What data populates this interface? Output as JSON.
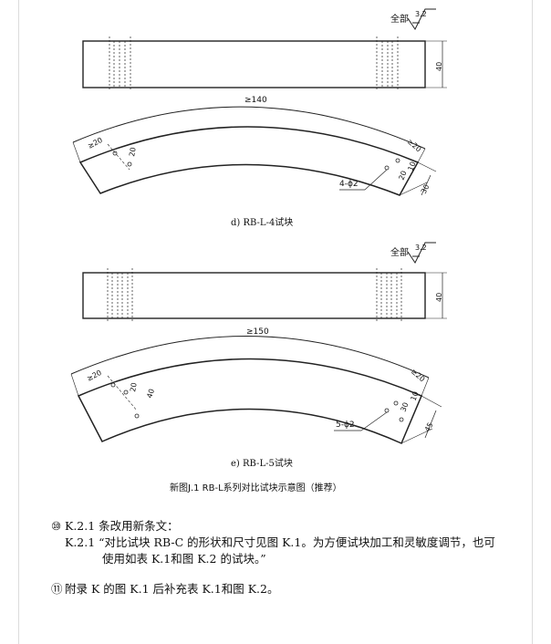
{
  "figure_d": {
    "roughness": "3.2",
    "roughness_scope": "全部",
    "width_dim": "40",
    "arc_length": "≥140",
    "end_left": "≥20",
    "end_right": "≥20",
    "offset_dim": "20",
    "hole_spacing_small": "10",
    "hole_spacing_mid": "20",
    "thickness_dim": "30",
    "holes_note": "4-ϕ2",
    "caption": "d)  RB-L-4试块"
  },
  "figure_e": {
    "roughness": "3.2",
    "roughness_scope": "全部",
    "width_dim": "40",
    "arc_length": "≥150",
    "end_left": "≥20",
    "end_right": "≥20",
    "offset_dim": "20",
    "offset_dim_2": "40",
    "hole_spacing_small": "10",
    "hole_spacing_mid": "30",
    "thickness_dim": "45",
    "holes_note": "5-ϕ2",
    "caption": "e)  RB-L-5试块"
  },
  "figure_title": "新图J.1   RB-L系列对比试块示意图（推荐）",
  "items": [
    {
      "marker": "⑩",
      "line1": "K.2.1 条改用新条文：",
      "line2": "K.2.1 “对比试块 RB-C 的形状和尺寸见图 K.1。为方便试块加工和灵敏度调节，也可",
      "line3": "使用如表 K.1和图 K.2 的试块。”"
    },
    {
      "marker": "⑪",
      "line1": "附录 K 的图 K.1 后补充表 K.1和图 K.2。"
    }
  ]
}
